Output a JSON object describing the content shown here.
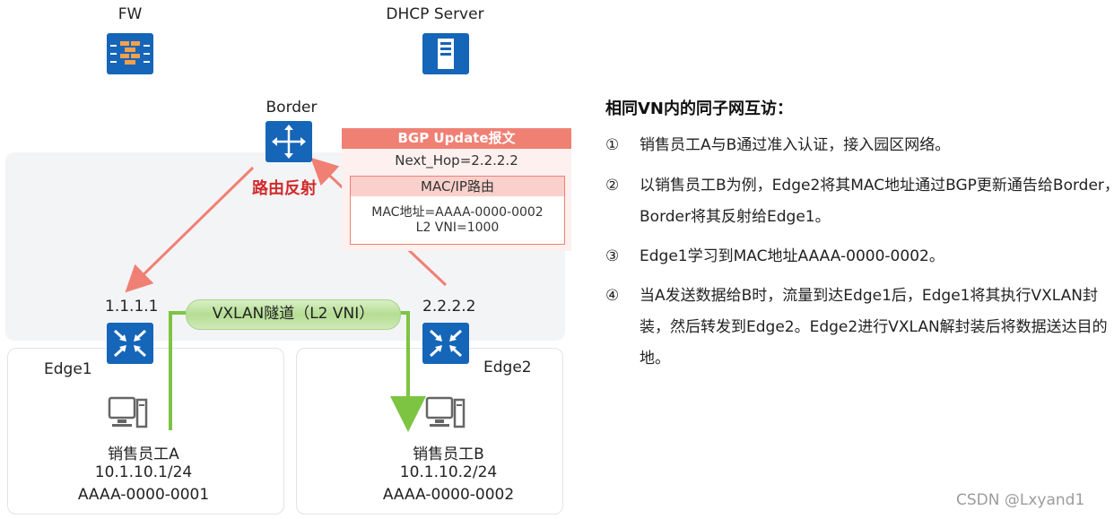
{
  "fw": {
    "label": "FW"
  },
  "dhcp": {
    "label": "DHCP Server"
  },
  "border": {
    "label": "Border"
  },
  "reflect_label": "路由反射",
  "bgp": {
    "title": "BGP Update报文",
    "next_hop": "Next_Hop=2.2.2.2",
    "macip_title": "MAC/IP路由",
    "mac_line": "MAC地址=AAAA-0000-0002",
    "vni_line": "L2 VNI=1000"
  },
  "edge1": {
    "label": "Edge1",
    "ip": "1.1.1.1"
  },
  "edge2": {
    "label": "Edge2",
    "ip": "2.2.2.2"
  },
  "tunnel_label": "VXLAN隧道（L2 VNI）",
  "host_a": {
    "name": "销售员工A",
    "ip": "10.1.10.1/24",
    "mac": "AAAA-0000-0001"
  },
  "host_b": {
    "name": "销售员工B",
    "ip": "10.1.10.2/24",
    "mac": "AAAA-0000-0002"
  },
  "panel": {
    "title": "相同VN内的同子网互访：",
    "steps": [
      {
        "num": "①",
        "text": "销售员工A与B通过准入认证，接入园区网络。"
      },
      {
        "num": "②",
        "text": "以销售员工B为例，Edge2将其MAC地址通过BGP更新通告给Border，Border将其反射给Edge1。"
      },
      {
        "num": "③",
        "text": "Edge1学习到MAC地址AAAA-0000-0002。"
      },
      {
        "num": "④",
        "text": "当A发送数据给B时，流量到达Edge1后，Edge1将其执行VXLAN封装，然后转发到Edge2。Edge2进行VXLAN解封装后将数据送达目的地。"
      }
    ]
  },
  "watermark": "CSDN @Lxyand1",
  "colors": {
    "icon_blue": "#1565b8",
    "arrow_red": "#f08074",
    "tunnel_green": "#7dc443",
    "reflect_red": "#d12b2b"
  }
}
